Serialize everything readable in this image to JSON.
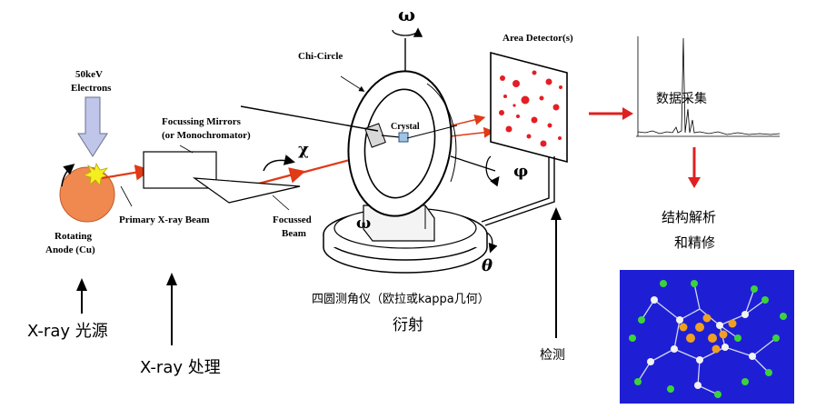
{
  "source": {
    "energy": "50keV",
    "particles": "Electrons",
    "anode_line1": "Rotating",
    "anode_line2": "Anode (Cu)",
    "caption": "X-ray 光源"
  },
  "optics": {
    "mirrors_line1": "Focussing Mirrors",
    "mirrors_line2": "(or Monochromator)",
    "primary_beam": "Primary X-ray Beam",
    "focused_line1": "Focussed",
    "focused_line2": "Beam",
    "caption": "X-ray 处理"
  },
  "goniometer": {
    "omega_top": "ω",
    "chi_circle": "Chi-Circle",
    "crystal": "Crystal",
    "chi": "χ",
    "phi": "φ",
    "omega_base": "ω",
    "theta": "θ",
    "caption_line1": "四圆测角仪（欧拉或kappa几何）",
    "caption_line2": "衍射"
  },
  "detector": {
    "label": "Area Detector(s)",
    "caption": "检测"
  },
  "analysis": {
    "data_collection": "数据采集",
    "structure_line1": "结构解析",
    "structure_line2": "和精修"
  },
  "colors": {
    "beam": "#e03a17",
    "anode": "#f0894f",
    "electron_arrow": "#bfc6ea",
    "spark": "#f6ef1f",
    "reflection": "#e31e24",
    "arrow_red": "#e02020",
    "molecule_bg": "#1e1fd4"
  }
}
